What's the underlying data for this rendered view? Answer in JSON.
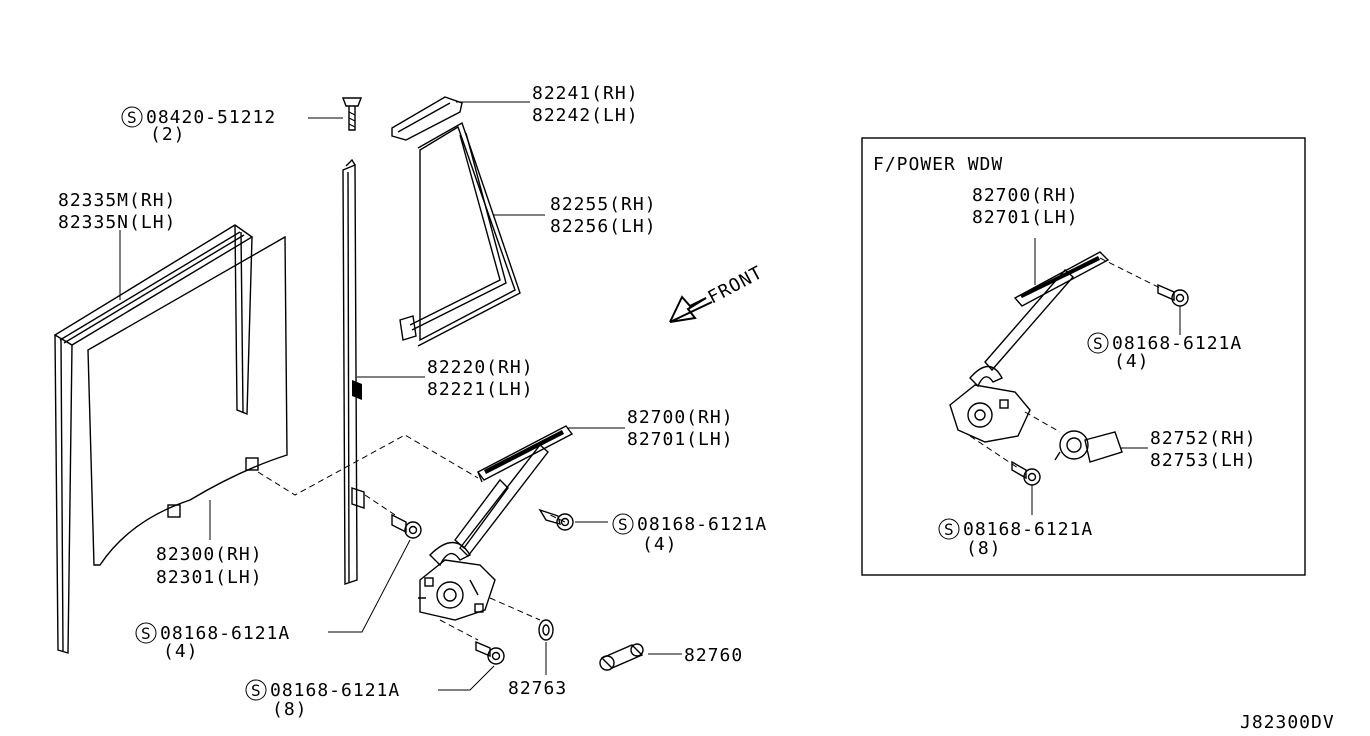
{
  "diagram_code": "J82300DV",
  "front_label": "FRONT",
  "inset": {
    "title": "F/POWER WDW"
  },
  "callouts": {
    "screw_top": {
      "code": "08420-51212",
      "qty": "(2)"
    },
    "sash_241": {
      "rh": "82241(RH)",
      "lh": "82242(LH)"
    },
    "glass_255": {
      "rh": "82255(RH)",
      "lh": "82256(LH)"
    },
    "weatherstrip_335": {
      "rh": "82335M(RH)",
      "lh": "82335N(LH)"
    },
    "channel_220": {
      "rh": "82220(RH)",
      "lh": "82221(LH)"
    },
    "regulator_700": {
      "rh": "82700(RH)",
      "lh": "82701(LH)"
    },
    "bolt_right": {
      "code": "08168-6121A",
      "qty": "(4)"
    },
    "glass_300": {
      "rh": "82300(RH)",
      "lh": "82301(LH)"
    },
    "bolt_left": {
      "code": "08168-6121A",
      "qty": "(4)"
    },
    "bolt_bottom": {
      "code": "08168-6121A",
      "qty": "(8)"
    },
    "washer_763": {
      "code": "82763"
    },
    "handle_760": {
      "code": "82760"
    },
    "inset_regulator": {
      "rh": "82700(RH)",
      "lh": "82701(LH)"
    },
    "inset_bolt_right": {
      "code": "08168-6121A",
      "qty": "(4)"
    },
    "inset_motor": {
      "rh": "82752(RH)",
      "lh": "82753(LH)"
    },
    "inset_bolt_bottom": {
      "code": "08168-6121A",
      "qty": "(8)"
    }
  },
  "symbols": {
    "standard_part": "S"
  }
}
